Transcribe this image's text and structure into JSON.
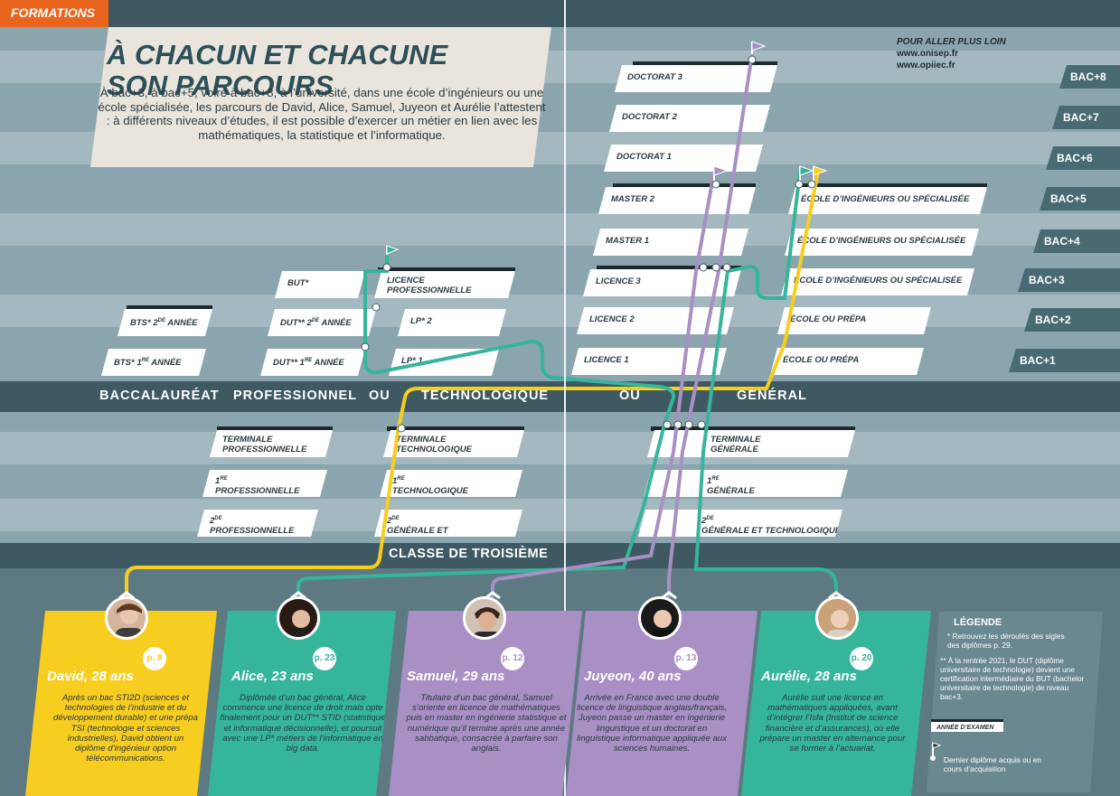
{
  "section_tag": "FORMATIONS",
  "title_line1": "À CHACUN ET CHACUNE",
  "title_line2": "SON PARCOURS",
  "intro": "À bac+3, à bac+5, voire à bac+8, à l’université, dans une école d’ingénieurs ou une école spécialisée, les parcours de David, Alice, Samuel, Juyeon et Aurélie l’attestent : à différents niveaux d’études, il est possible d’exercer un métier en lien avec les mathématiques, la statistique et l’informatique.",
  "further": {
    "heading": "POUR ALLER PLUS LOIN",
    "link1": "www.onisep.fr",
    "link2": "www.opiiec.fr"
  },
  "levels": [
    "BAC+8",
    "BAC+7",
    "BAC+6",
    "BAC+5",
    "BAC+4",
    "BAC+3",
    "BAC+2",
    "BAC+1"
  ],
  "boxes": {
    "doctorat3": "DOCTORAT 3",
    "doctorat2": "DOCTORAT 2",
    "doctorat1": "DOCTORAT 1",
    "master2": "MASTER 2",
    "master1": "MASTER 1",
    "licence3": "LICENCE 3",
    "licence2": "LICENCE 2",
    "licence1": "LICENCE 1",
    "ecole5": "ÉCOLE D’INGÉNIEURS OU SPÉCIALISÉE",
    "ecole4": "ÉCOLE D’INGÉNIEURS OU SPÉCIALISÉE",
    "ecole3": "ÉCOLE D’INGÉNIEURS OU SPÉCIALISÉE",
    "ecole2": "ÉCOLE OU PRÉPA",
    "ecole1": "ÉCOLE OU PRÉPA",
    "but": "BUT*",
    "licence_pro_1": "LICENCE",
    "licence_pro_2": "PROFESSIONNELLE",
    "bts2_a": "BTS* 2",
    "bts2_sup": "DE",
    "bts2_b": " ANNÉE",
    "bts1_a": "BTS* 1",
    "bts1_sup": "RE",
    "bts1_b": " ANNÉE",
    "dut2_a": "DUT** 2",
    "dut2_sup": "DE",
    "dut2_b": " ANNÉE",
    "dut1_a": "DUT** 1",
    "dut1_sup": "RE",
    "dut1_b": " ANNÉE",
    "lp2": "LP* 2",
    "lp1": "LP* 1",
    "term_pro_1": "TERMINALE",
    "term_pro_2": "PROFESSIONNELLE",
    "first_pro_sup": "RE",
    "first_pro_a": "1",
    "first_pro_2": "PROFESSIONNELLE",
    "second_pro_a": "2",
    "second_pro_sup": "DE",
    "second_pro_2": "PROFESSIONNELLE",
    "term_tech_1": "TERMINALE",
    "term_tech_2": "TECHNOLOGIQUE",
    "first_tech_a": "1",
    "first_tech_sup": "RE",
    "first_tech_2": "TECHNOLOGIQUE",
    "second_gt_a": "2",
    "second_gt_sup": "DE",
    "second_gt_2": "GÉNÉRALE ET TECHNOLOGIQUE",
    "term_gen_1": "TERMINALE",
    "term_gen_2": "GÉNÉRALE",
    "first_gen_a": "1",
    "first_gen_sup": "RE",
    "first_gen_2": "GÉNÉRALE",
    "second_gen_a": "2",
    "second_gen_sup": "DE",
    "second_gen_2": "GÉNÉRALE ET TECHNOLOGIQUE"
  },
  "band": {
    "w1": "BACCALAURÉAT",
    "w2": "PROFESSIONNEL",
    "w3": "OU",
    "w4": "TECHNOLOGIQUE",
    "w5": "OU",
    "w6": "GÉNÉRAL"
  },
  "classe": "CLASSE DE TROISIÈME",
  "people": [
    {
      "name": "David, 28 ans",
      "page": "p. 8",
      "color": "#f7cd1f",
      "text": "Après un bac STI2D (sciences et technologies de l’industrie et du développement durable) et une prépa TSI (technologie et sciences industrielles), David obtient un diplôme d’ingénieur option télécommunications."
    },
    {
      "name": "Alice, 23 ans",
      "page": "p. 23",
      "color": "#35b59a",
      "text": "Diplômée d’un bac général, Alice commence une licence de droit mais opte finalement pour un DUT** STID (statistique et informatique décisionnelle), et poursuit avec une LP* métiers de l’informatique en big data."
    },
    {
      "name": "Samuel, 29 ans",
      "page": "p. 12",
      "color": "#a88fc4",
      "text": "Titulaire d’un bac général, Samuel s’oriente en licence de mathématiques puis en master en ingénierie statistique et numérique qu’il termine après une année sabbatique, consacrée à parfaire son anglais."
    },
    {
      "name": "Juyeon, 40 ans",
      "page": "p. 13",
      "color": "#a88fc4",
      "text": "Arrivée en France avec une double licence de linguistique anglais/français, Juyeon passe un master en ingénierie linguistique et un doctorat en linguistique informatique appliquée aux sciences humaines."
    },
    {
      "name": "Aurélie, 28 ans",
      "page": "p. 20",
      "color": "#35b59a",
      "text": "Aurélie suit une licence en mathématiques appliquées, avant d’intégrer l’Isfa (Institut de science financière et d’assurances), où elle prépare un master en alternance pour se former à l’actuariat."
    }
  ],
  "legend": {
    "title": "LÉGENDE",
    "note1": "* Retrouvez les déroulés des sigles des diplômes p. 29.",
    "note2": "** À la rentrée 2021, le DUT (diplôme universitaire de technologie) devient une certification intermédiaire du BUT (bachelor universitaire de technologie) de niveau bac+3.",
    "exam": "ANNÉE D’EXAMEN",
    "flag_note": "Dernier diplôme acquis ou en cours d’acquisition"
  },
  "colors": {
    "yellow": "#f7cd1f",
    "teal": "#35b59a",
    "purple": "#a88fc4",
    "orange": "#e9651e",
    "dark": "#3e5961"
  }
}
